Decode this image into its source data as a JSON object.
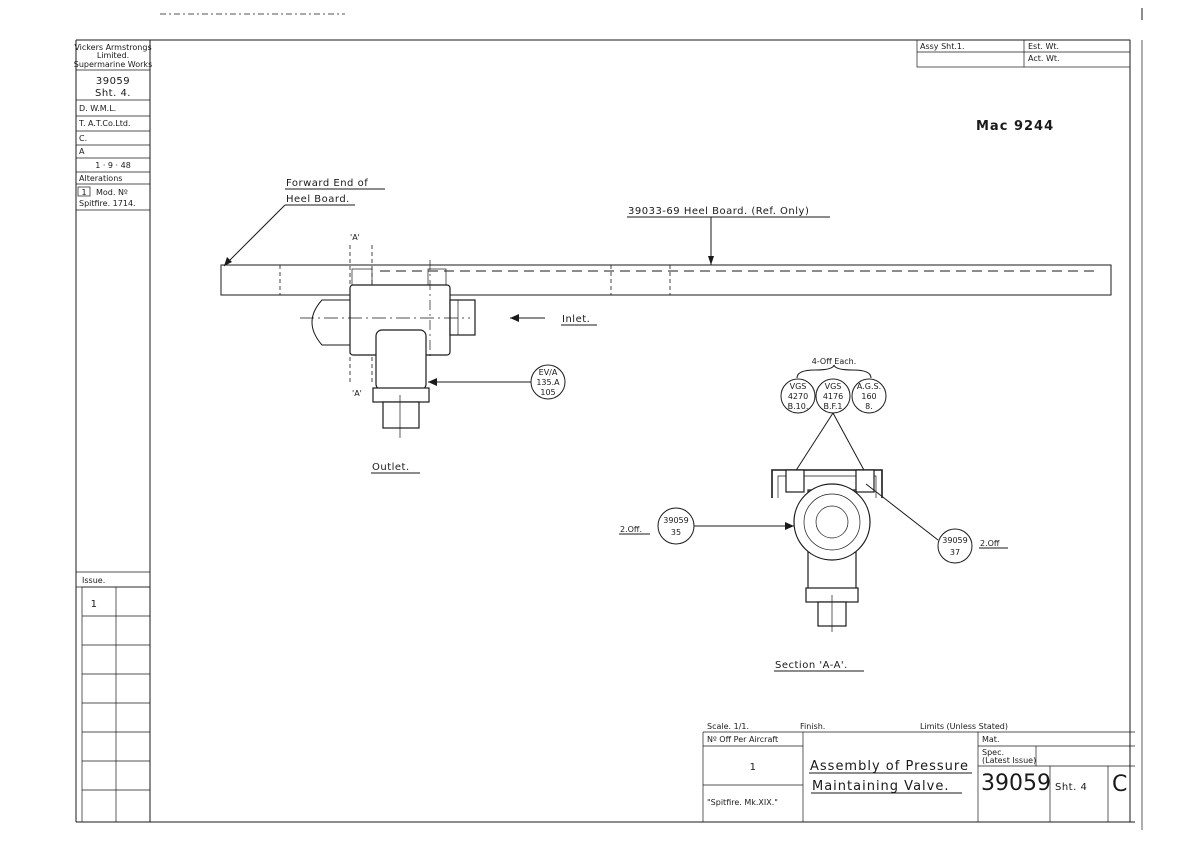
{
  "title_block_left": {
    "company": "Vickers Armstrongs",
    "company2": "Limited.",
    "company3": "Supermarine Works",
    "drawing_no": "39059",
    "sheet": "Sht. 4.",
    "d": "D. W.M.L.",
    "t": "T. A.T.Co.Ltd.",
    "c": "C.",
    "a": "A",
    "date": "1 · 9 · 48",
    "alterations": "Alterations",
    "mod_no": "Mod. Nº",
    "mod": "1",
    "mod_ref": "Spitfire. 1714.",
    "issue_label": "Issue.",
    "issue": "1"
  },
  "top_right": {
    "assy": "Assy Sht.1.",
    "est_wt": "Est. Wt.",
    "act_wt": "Act. Wt.",
    "mac": "Mac 9244"
  },
  "labels": {
    "forward_end_1": "Forward End of",
    "forward_end_2": "Heel Board.",
    "heel_board_ref": "39033-69 Heel Board. (Ref. Only)",
    "inlet": "Inlet.",
    "outlet": "Outlet.",
    "section_a_top": "'A'",
    "section_a_bottom": "'A'",
    "ev_1": "EV/A",
    "ev_2": "135.A",
    "ev_3": "105",
    "four_off": "4-Off Each.",
    "vgs1_1": "VGS",
    "vgs1_2": "4270",
    "vgs1_3": "B.10.",
    "vgs2_1": "VGS",
    "vgs2_2": "4176",
    "vgs2_3": "B.F.1",
    "ags_1": "A.G.S.",
    "ags_2": "160",
    "ags_3": "8.",
    "left_off": "2.Off.",
    "left_num_1": "39059",
    "left_num_2": "35",
    "right_off": "2.Off",
    "right_num_1": "39059",
    "right_num_2": "37",
    "section_title": "Section 'A-A'."
  },
  "title_block_bottom": {
    "scale": "Scale. 1/1.",
    "finish": "Finish.",
    "limits": "Limits (Unless Stated)",
    "no_off": "Nº Off Per Aircraft",
    "qty": "1",
    "aircraft": "\"Spitfire. Mk.XIX.\"",
    "title_1": "Assembly of Pressure",
    "title_2": "Maintaining Valve.",
    "mat": "Mat.",
    "spec_1": "Spec.",
    "spec_2": "(Latest Issue)",
    "drawing_no": "39059",
    "sheet": "Sht. 4",
    "issue": "C"
  }
}
